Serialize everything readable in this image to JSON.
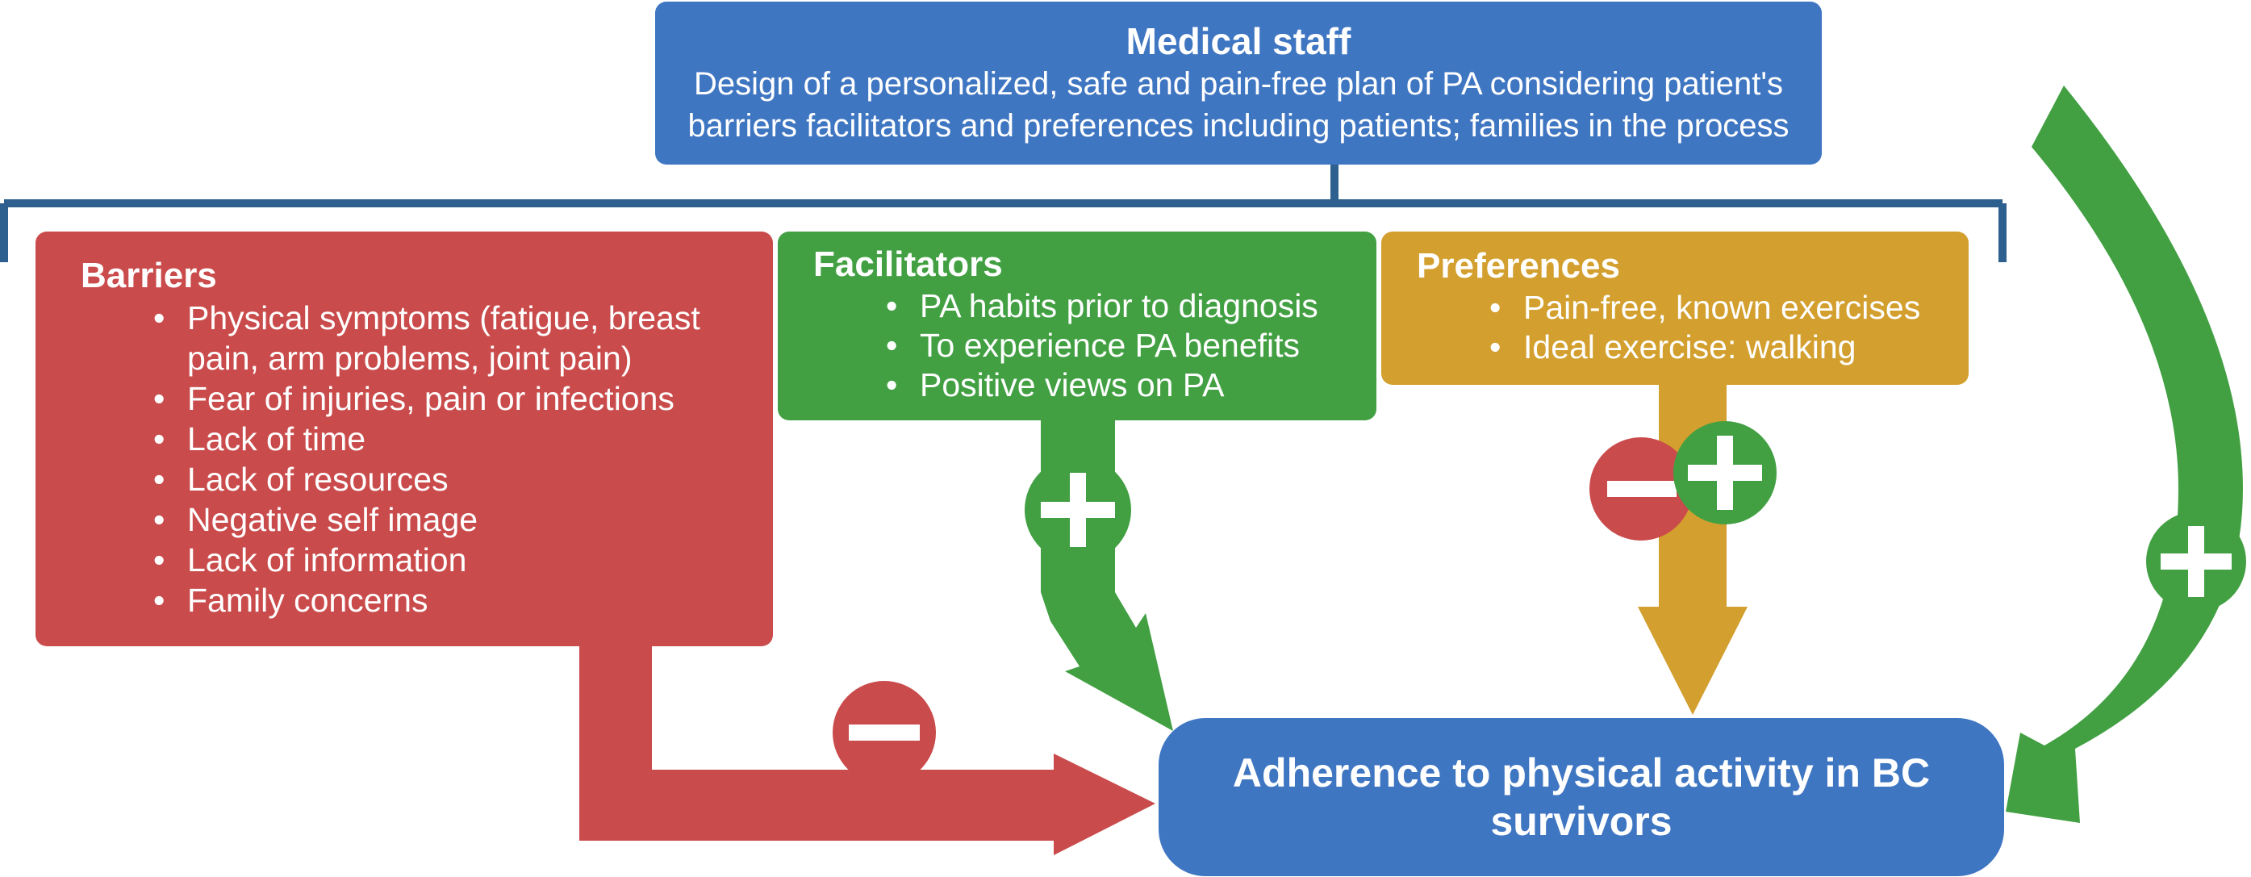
{
  "medical_staff": {
    "title": "Medical staff",
    "description": "Design of a personalized, safe and pain-free plan of PA considering patient's barriers facilitators and preferences including patients; families in the process"
  },
  "barriers": {
    "title": "Barriers",
    "items": [
      "Physical symptoms (fatigue, breast pain, arm problems, joint pain)",
      "Fear of injuries, pain or infections",
      "Lack of time",
      "Lack of resources",
      "Negative self image",
      "Lack of information",
      "Family concerns"
    ],
    "effect": "negative"
  },
  "facilitators": {
    "title": "Facilitators",
    "items": [
      "PA habits prior to diagnosis",
      "To experience PA benefits",
      "Positive views on PA"
    ],
    "effect": "positive"
  },
  "preferences": {
    "title": "Preferences",
    "items": [
      "Pain-free, known exercises",
      "Ideal exercise: walking"
    ],
    "effect": "negative and positive"
  },
  "outcome": {
    "title": "Adherence to physical activity in BC survivors"
  },
  "medical_staff_effect": "positive",
  "colors": {
    "blue": "#3f76c2",
    "red": "#ca4b4b",
    "green": "#42a043",
    "gold": "#d39f2e",
    "bracket": "#2d5f8f"
  }
}
